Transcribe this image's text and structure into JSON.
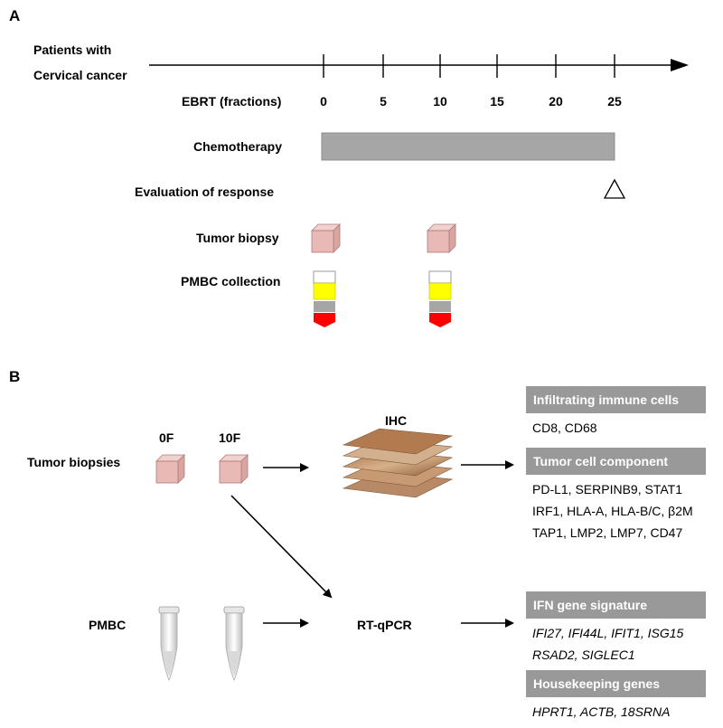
{
  "panel_a": {
    "letter": "A",
    "patients_line1": "Patients with",
    "patients_line2": "Cervical cancer",
    "ebrt_label": "EBRT (fractions)",
    "ticks": [
      "0",
      "5",
      "10",
      "15",
      "20",
      "25"
    ],
    "chemo_label": "Chemotherapy",
    "evaluation_label": "Evaluation of response",
    "biopsy_label": "Tumor biopsy",
    "pmbc_label": "PMBC collection"
  },
  "panel_b": {
    "letter": "B",
    "tumor_biopsies_label": "Tumor biopsies",
    "col_0f": "0F",
    "col_10f": "10F",
    "ihc_label": "IHC",
    "pmbc_label": "PMBC",
    "rtqpcr_label": "RT-qPCR",
    "boxes": {
      "infiltrating": {
        "header": "Infiltrating immune cells",
        "lines": [
          "CD8, CD68"
        ]
      },
      "tumor_component": {
        "header": "Tumor cell component",
        "lines": [
          "PD-L1, SERPINB9, STAT1",
          "IRF1, HLA-A, HLA-B/C, β2M",
          "TAP1, LMP2, LMP7, CD47"
        ]
      },
      "ifn": {
        "header": "IFN gene signature",
        "lines": [
          "IFI27, IFI44L, IFIT1, ISG15",
          "RSAD2, SIGLEC1"
        ]
      },
      "housekeeping": {
        "header": "Housekeeping genes",
        "lines": [
          "HPRT1, ACTB, 18SRNA"
        ]
      }
    }
  },
  "colors": {
    "bar_grey": "#a6a6a6",
    "header_grey": "#999999",
    "tube_yellow": "#ffff00",
    "tube_red": "#ff0000",
    "biopsy_pink": "#e8b9b5"
  }
}
